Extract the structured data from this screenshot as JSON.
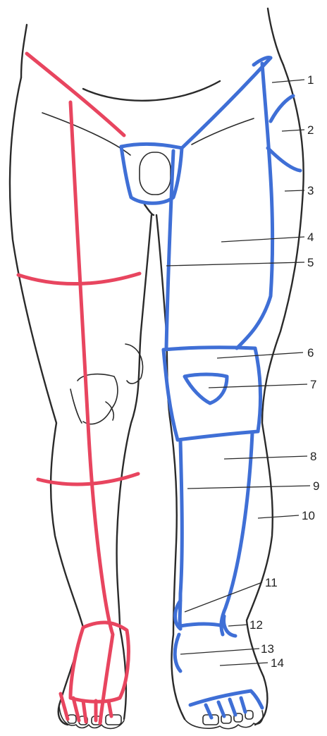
{
  "colors": {
    "red_lines": "#e8455f",
    "blue_lines": "#3f6fd6",
    "outline": "#2a2a2a",
    "background": "#ffffff"
  },
  "labels": [
    "1",
    "2",
    "3",
    "4",
    "5",
    "6",
    "7",
    "8",
    "9",
    "10",
    "11",
    "12",
    "13",
    "14"
  ]
}
